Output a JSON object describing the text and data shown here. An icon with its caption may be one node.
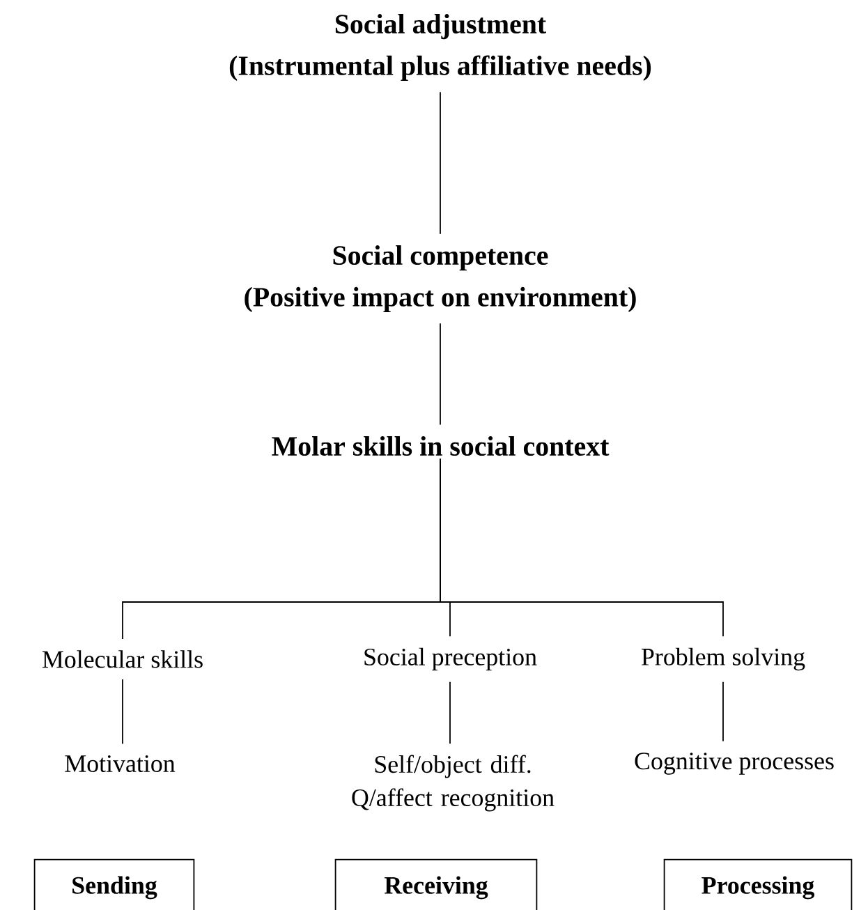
{
  "diagram": {
    "nodes": [
      {
        "text": [
          "Social adjustment",
          "(Instrumental plus affiliative needs)"
        ]
      },
      {
        "text": [
          "Social competence",
          "(Positive impact on environment)"
        ]
      },
      {
        "text": [
          "Molar skills in social context"
        ]
      },
      {
        "text": [
          "Molecular skills"
        ]
      },
      {
        "text": [
          "Social preception"
        ]
      },
      {
        "text": [
          "Problem solving"
        ]
      },
      {
        "text": [
          "Motivation"
        ]
      },
      {
        "text": [
          "Self/object diff. Q/affect recognition"
        ]
      },
      {
        "text": [
          "Cognitive processes"
        ]
      },
      {
        "text": [
          "Sending"
        ]
      },
      {
        "text": [
          "Receiving"
        ]
      },
      {
        "text": [
          "Processing"
        ]
      }
    ],
    "edges": [
      {
        "from": 0,
        "to": 1,
        "arrow": "none"
      },
      {
        "from": 1,
        "to": 2,
        "arrow": "none"
      },
      {
        "from": 2,
        "to": 3,
        "arrow": "none"
      },
      {
        "from": 2,
        "to": 4,
        "arrow": "none"
      },
      {
        "from": 2,
        "to": 5,
        "arrow": "none"
      },
      {
        "from": 3,
        "to": 6,
        "arrow": "none"
      },
      {
        "from": 4,
        "to": 7,
        "arrow": "none"
      },
      {
        "from": 5,
        "to": 8,
        "arrow": "none"
      }
    ]
  }
}
